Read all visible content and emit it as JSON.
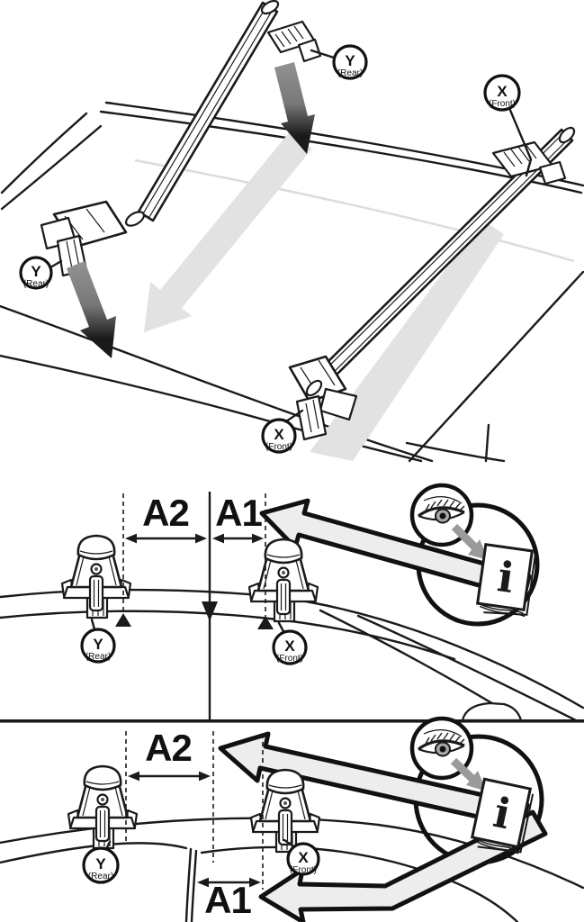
{
  "colors": {
    "ink": "#1a1a1a",
    "background": "#ffffff",
    "ghost_arrow": "#e2e2e2",
    "outline_arrow_fill": "#ededed",
    "drop_arrow_gray": "#8f8f8f",
    "mini_arrow_gray": "#9a9a9a",
    "iris_gray": "#a8a8a8"
  },
  "icons": {
    "eye": "eye-icon",
    "booklet": "info-booklet-icon"
  },
  "info_booklet": {
    "glyph": "i"
  },
  "panels": {
    "top": {
      "labels": {
        "y_top": {
          "letter": "Y",
          "sub": "(Rear)"
        },
        "x_right": {
          "letter": "X",
          "sub": "(Front)"
        },
        "y_left": {
          "letter": "Y",
          "sub": "(Rear)"
        },
        "x_bottom": {
          "letter": "X",
          "sub": "(Front)"
        }
      }
    },
    "middle": {
      "dims": {
        "a2": "A2",
        "a1": "A1"
      },
      "labels": {
        "y": {
          "letter": "Y",
          "sub": "(Rear)"
        },
        "x": {
          "letter": "X",
          "sub": "(Front)"
        }
      }
    },
    "bottom": {
      "dims": {
        "a2": "A2",
        "a1": "A1"
      },
      "labels": {
        "y": {
          "letter": "Y",
          "sub": "(Rear)"
        },
        "x": {
          "letter": "X",
          "sub": "(Front)"
        }
      }
    }
  }
}
